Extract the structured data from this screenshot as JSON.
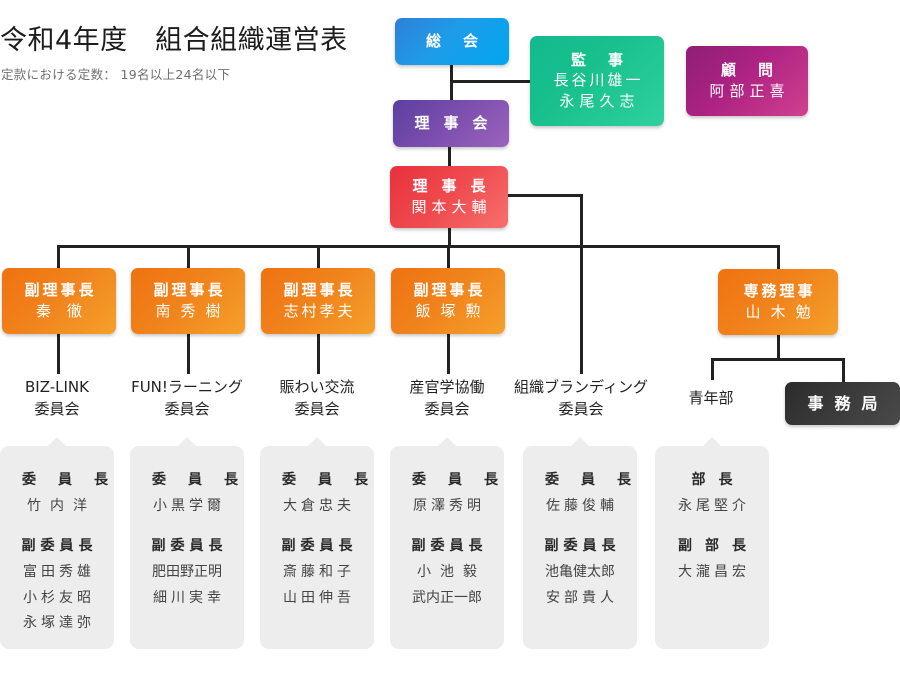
{
  "header": {
    "title": "令和4年度　組合組織運営表",
    "subtitle": "定款における定数： 19名以上24名以下"
  },
  "nodes": {
    "soukai": {
      "role": "総会"
    },
    "rijikai": {
      "role": "理事会"
    },
    "kanji": {
      "role": "監事",
      "members": [
        "長谷川雄一",
        "永尾久志"
      ]
    },
    "komon": {
      "role": "顧問",
      "person": "阿部正喜"
    },
    "rijicho": {
      "role": "理事長",
      "person": "関本大輔"
    },
    "senmu": {
      "role": "専務理事",
      "person": "山木勉"
    },
    "jimukyoku": {
      "role": "事務局"
    }
  },
  "vice_chairs": [
    {
      "role": "副理事長",
      "person": "秦徹"
    },
    {
      "role": "副理事長",
      "person": "南秀樹"
    },
    {
      "role": "副理事長",
      "person": "志村孝夫"
    },
    {
      "role": "副理事長",
      "person": "飯塚勲"
    }
  ],
  "committees": [
    {
      "line1": "BIZ-LINK",
      "line2": "委員会"
    },
    {
      "line1": "FUN!ラーニング",
      "line2": "委員会"
    },
    {
      "line1": "賑わい交流",
      "line2": "委員会"
    },
    {
      "line1": "産官学協働",
      "line2": "委員会"
    },
    {
      "line1": "組織ブランディング",
      "line2": "委員会"
    },
    {
      "line1": "青年部",
      "line2": ""
    }
  ],
  "panels": [
    {
      "head1": "委員長",
      "name1": "竹内洋",
      "head2": "副委員長",
      "names2": [
        "富田秀雄",
        "小杉友昭",
        "永塚達弥"
      ]
    },
    {
      "head1": "委員長",
      "name1": "小黒学爾",
      "head2": "副委員長",
      "names2": [
        "肥田野正明",
        "細川実幸"
      ]
    },
    {
      "head1": "委員長",
      "name1": "大倉忠夫",
      "head2": "副委員長",
      "names2": [
        "斎藤和子",
        "山田伸吾"
      ]
    },
    {
      "head1": "委員長",
      "name1": "原澤秀明",
      "head2": "副委員長",
      "names2": [
        "小池毅",
        "武内正一郎"
      ]
    },
    {
      "head1": "委員長",
      "name1": "佐藤俊輔",
      "head2": "副委員長",
      "names2": [
        "池亀健太郎",
        "安部貴人"
      ]
    },
    {
      "head1": "部長",
      "name1": "永尾堅介",
      "head2": "副部長",
      "names2": [
        "大瀧昌宏"
      ]
    }
  ],
  "colors": {
    "soukai": "#1e9ce8",
    "rijikai": "#7d4fae",
    "kanji": "#18c08d",
    "komon": "#ad2283",
    "rijicho": "#ef4b4f",
    "vice": "#f0821c",
    "jimukyoku": "#3b3b3b",
    "panel_bg": "#ededed",
    "line": "#222222"
  }
}
